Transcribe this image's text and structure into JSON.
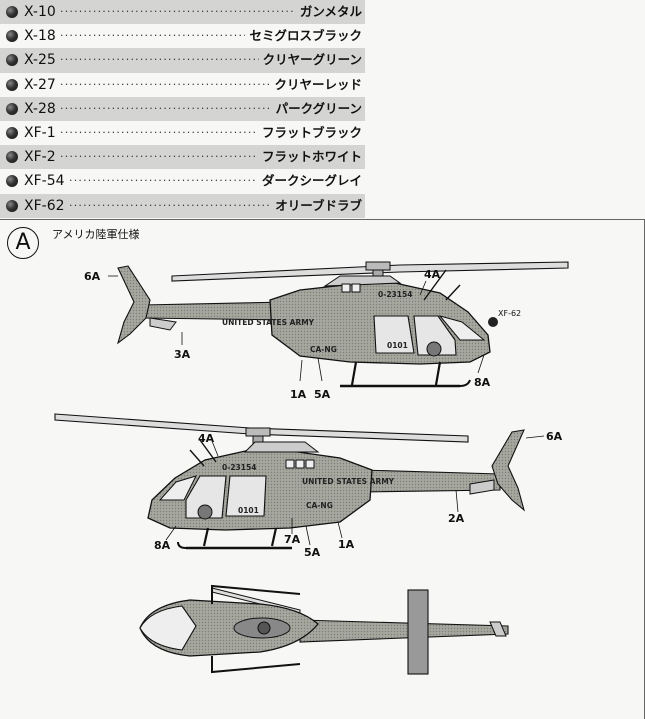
{
  "paints": [
    {
      "code": "X-10",
      "name": "ガンメタル",
      "shaded": true
    },
    {
      "code": "X-18",
      "name": "セミグロスブラック",
      "shaded": false
    },
    {
      "code": "X-25",
      "name": "クリヤーグリーン",
      "shaded": true
    },
    {
      "code": "X-27",
      "name": "クリヤーレッド",
      "shaded": false
    },
    {
      "code": "X-28",
      "name": "パークグリーン",
      "shaded": true
    },
    {
      "code": "XF-1",
      "name": "フラットブラック",
      "shaded": false
    },
    {
      "code": "XF-2",
      "name": "フラットホワイト",
      "shaded": true
    },
    {
      "code": "XF-54",
      "name": "ダークシーグレイ",
      "shaded": false
    },
    {
      "code": "XF-62",
      "name": "オリーブドラブ",
      "shaded": true
    }
  ],
  "section": {
    "badge": "A",
    "title": "アメリカ陸軍仕様"
  },
  "views": {
    "left": {
      "callouts": [
        "6A",
        "4A",
        "XF-62",
        "3A",
        "1A",
        "5A",
        "8A"
      ],
      "markings": [
        "UNITED STATES ARMY",
        "CA-NG",
        "0-23154",
        "0101"
      ]
    },
    "right": {
      "callouts": [
        "4A",
        "6A",
        "2A",
        "8A",
        "7A",
        "5A",
        "1A"
      ],
      "markings": [
        "UNITED STATES ARMY",
        "CA-NG",
        "0-23154",
        "0101"
      ]
    }
  }
}
